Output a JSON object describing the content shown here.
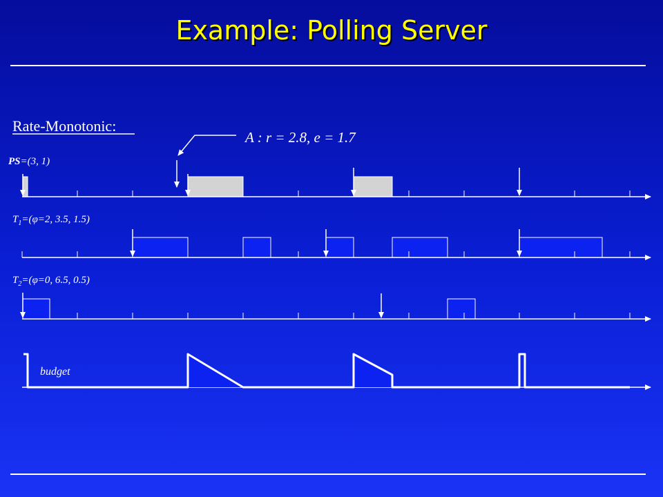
{
  "title": "Example: Polling Server",
  "heading": "Rate-Monotonic:",
  "annotation": "A : r = 2.8, e = 1.7",
  "tasks": {
    "ps": {
      "name": "PS",
      "params": "=(3, 1)"
    },
    "t1": {
      "name": "T",
      "sub": "1",
      "params_a": "=(",
      "phi": "φ",
      "params_b": "=2, 3.5, 1.5)"
    },
    "t2": {
      "name": "T",
      "sub": "2",
      "params_a": "=(",
      "phi": "φ",
      "params_b": "=0, 6.5, 0.5)"
    }
  },
  "budget_label": "budget",
  "colors": {
    "background": "#0a1fd6",
    "title": "#ffff00",
    "job_block": "#0b22f0",
    "server_block": "#d3d3d3",
    "line": "#ffffff"
  }
}
